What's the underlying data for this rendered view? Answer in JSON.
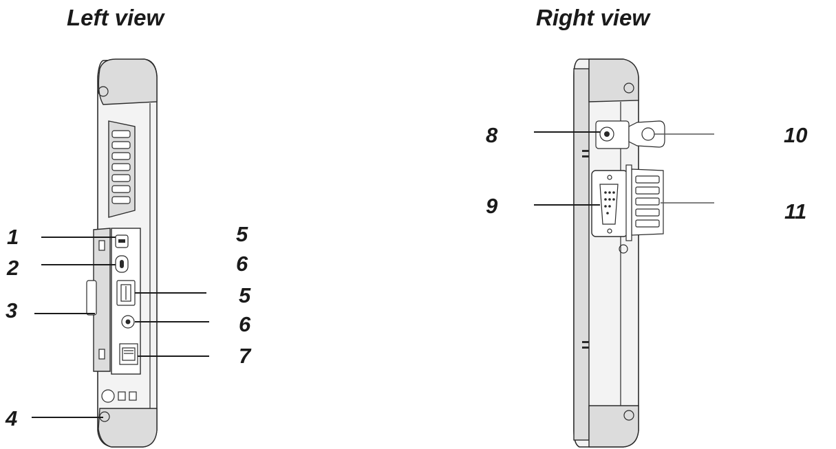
{
  "titles": {
    "left": "Left view",
    "right": "Right view"
  },
  "callouts": {
    "left": [
      {
        "label": "1",
        "side": "left"
      },
      {
        "label": "2",
        "side": "left"
      },
      {
        "label": "3",
        "side": "left"
      },
      {
        "label": "4",
        "side": "left"
      },
      {
        "label": "5",
        "side": "right"
      },
      {
        "label": "6",
        "side": "right"
      },
      {
        "label": "5",
        "side": "right"
      },
      {
        "label": "6",
        "side": "right"
      },
      {
        "label": "7",
        "side": "right"
      }
    ],
    "right": [
      {
        "label": "8",
        "side": "left"
      },
      {
        "label": "9",
        "side": "left"
      },
      {
        "label": "10",
        "side": "right"
      },
      {
        "label": "11",
        "side": "right"
      }
    ]
  },
  "colors": {
    "ink": "#1a1a1a",
    "body": "#f3f3f3",
    "shade": "#dcdcdc"
  }
}
